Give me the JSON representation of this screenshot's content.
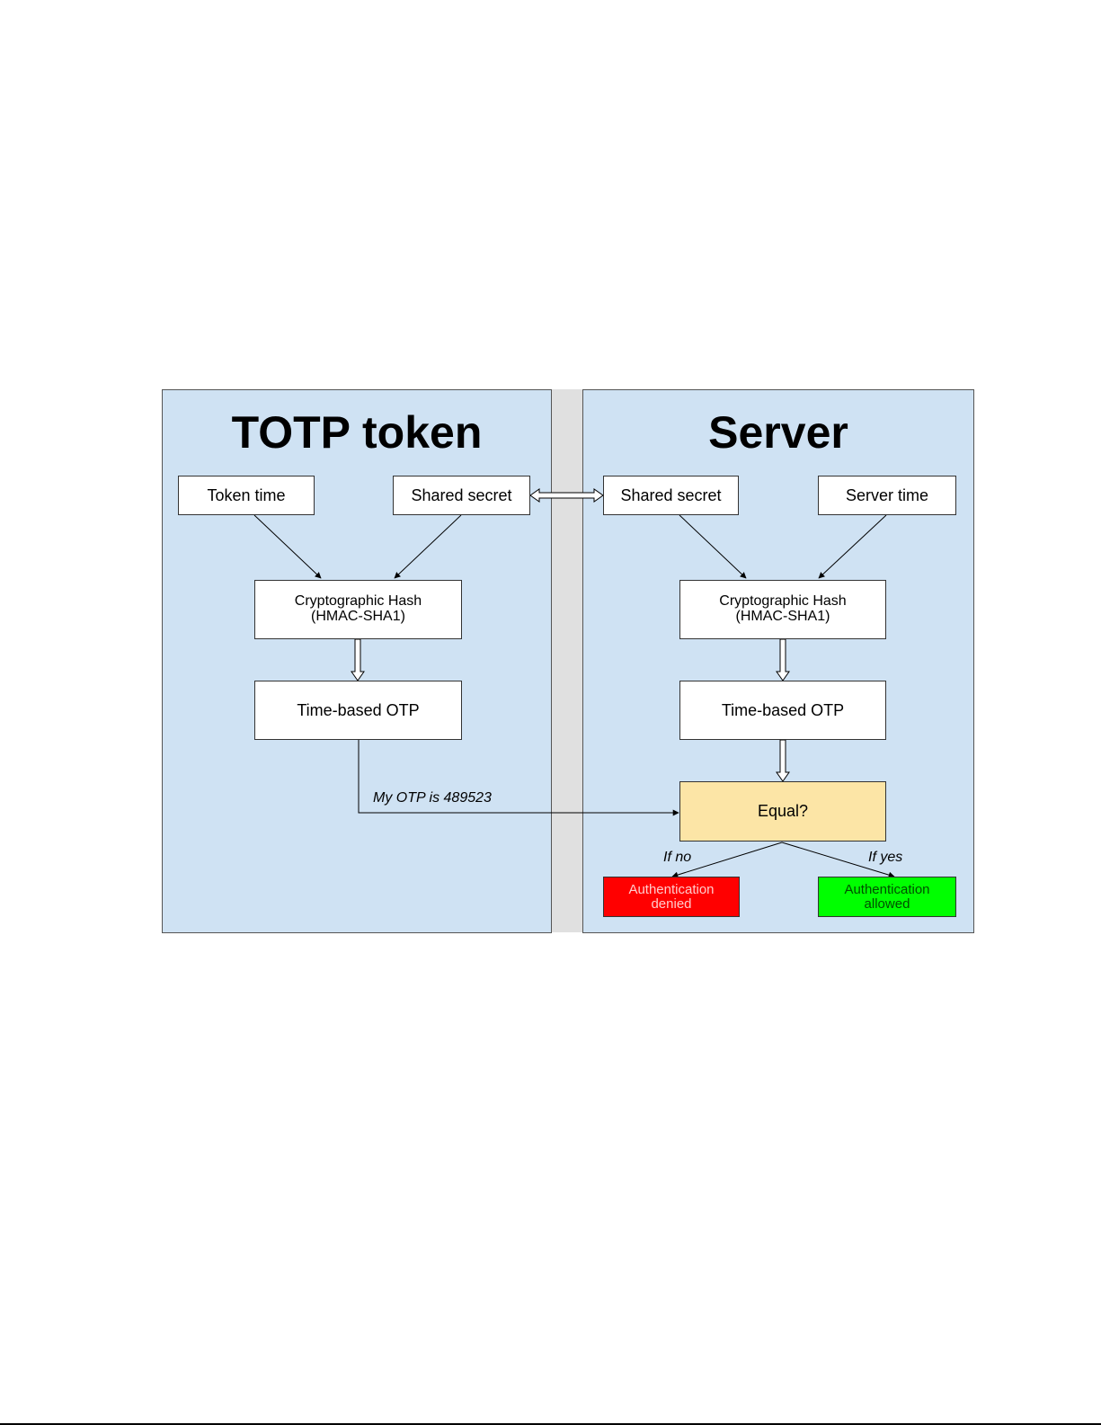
{
  "token_panel": {
    "title": "TOTP token",
    "token_time": "Token time",
    "shared_secret": "Shared secret",
    "hash": "Cryptographic Hash\n(HMAC-SHA1)",
    "otp": "Time-based OTP",
    "message": "My OTP is 489523"
  },
  "server_panel": {
    "title": "Server",
    "shared_secret": "Shared secret",
    "server_time": "Server time",
    "hash": "Cryptographic Hash\n(HMAC-SHA1)",
    "otp": "Time-based OTP",
    "compare": "Equal?",
    "if_no": "If no",
    "if_yes": "If yes",
    "denied": "Authentication\ndenied",
    "allowed": "Authentication\nallowed"
  },
  "colors": {
    "panel": "#cfe2f3",
    "gap": "#e0e0e0",
    "compare": "#fce5a6",
    "denied": "#ff0000",
    "allowed": "#00ff00",
    "denied_text": "#ffcccc",
    "allowed_text": "#004d00"
  }
}
